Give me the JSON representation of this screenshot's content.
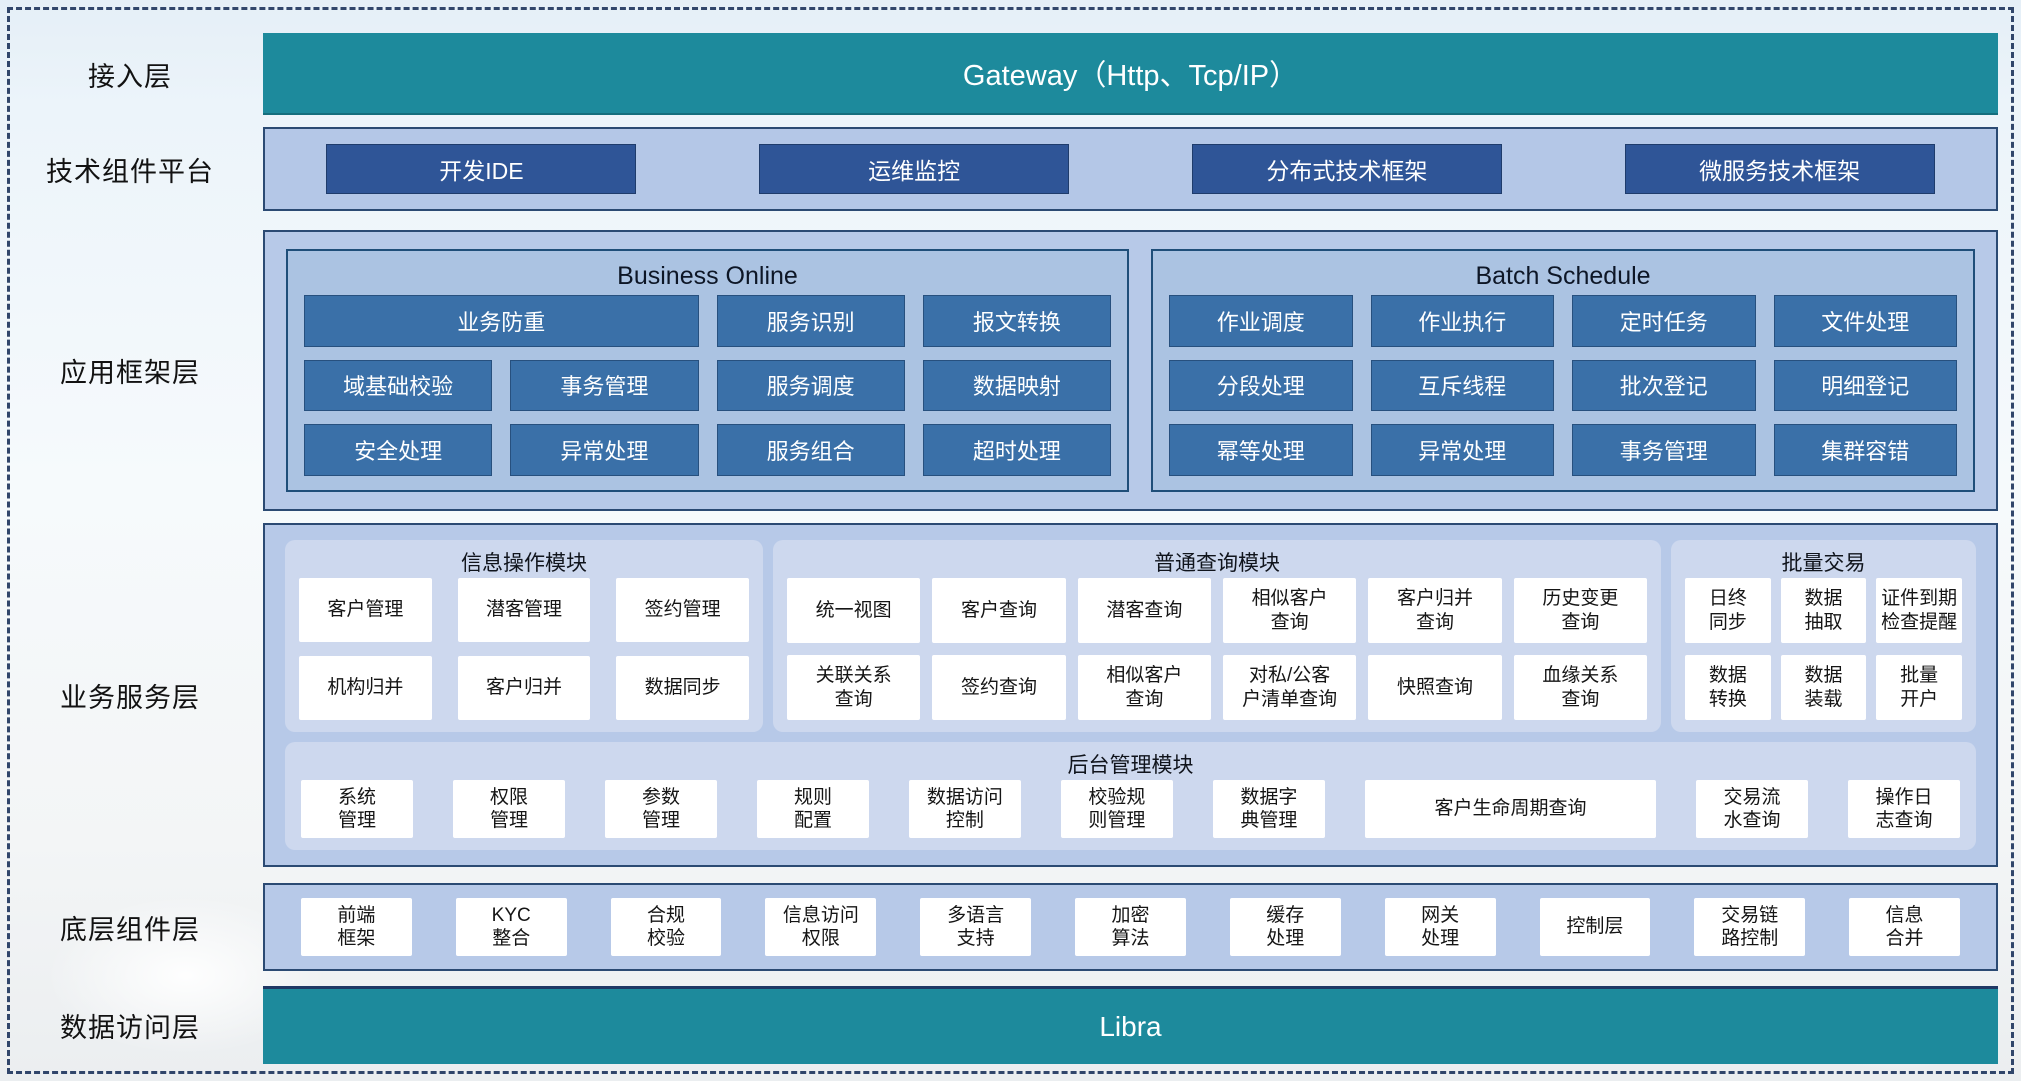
{
  "colors": {
    "teal": "#1d8a9c",
    "dark_blue": "#2f5597",
    "mid_blue": "#3a70a8",
    "container_blue": "#b4c7e7",
    "panel_blue": "#cdd8ee",
    "border_navy": "#2b4a73"
  },
  "access": {
    "label": "接入层",
    "gateway": "Gateway（Http、Tcp/IP）"
  },
  "tech": {
    "label": "技术组件平台",
    "items": [
      "开发IDE",
      "运维监控",
      "分布式技术框架",
      "微服务技术框架"
    ]
  },
  "app": {
    "label": "应用框架层",
    "business_online": {
      "title": "Business Online",
      "buttons": [
        {
          "label": "业务防重",
          "span": 2
        },
        {
          "label": "服务识别"
        },
        {
          "label": "报文转换"
        },
        {
          "label": "域基础校验"
        },
        {
          "label": "事务管理"
        },
        {
          "label": "服务调度"
        },
        {
          "label": "数据映射"
        },
        {
          "label": "安全处理"
        },
        {
          "label": "异常处理"
        },
        {
          "label": "服务组合"
        },
        {
          "label": "超时处理"
        }
      ]
    },
    "batch_schedule": {
      "title": "Batch Schedule",
      "buttons": [
        {
          "label": "作业调度"
        },
        {
          "label": "作业执行"
        },
        {
          "label": "定时任务"
        },
        {
          "label": "文件处理"
        },
        {
          "label": "分段处理"
        },
        {
          "label": "互斥线程"
        },
        {
          "label": "批次登记"
        },
        {
          "label": "明细登记"
        },
        {
          "label": "幂等处理"
        },
        {
          "label": "异常处理"
        },
        {
          "label": "事务管理"
        },
        {
          "label": "集群容错"
        }
      ]
    }
  },
  "service": {
    "label": "业务服务层",
    "info_module": {
      "title": "信息操作模块",
      "buttons": [
        "客户管理",
        "潜客管理",
        "签约管理",
        "机构归并",
        "客户归并",
        "数据同步"
      ]
    },
    "query_module": {
      "title": "普通查询模块",
      "buttons": [
        "统一视图",
        "客户查询",
        "潜客查询",
        "相似客户\n查询",
        "客户归并\n查询",
        "历史变更\n查询",
        "关联关系\n查询",
        "签约查询",
        "相似客户\n查询",
        "对私/公客\n户清单查询",
        "快照查询",
        "血缘关系\n查询"
      ]
    },
    "batch_trade": {
      "title": "批量交易",
      "buttons": [
        "日终\n同步",
        "数据\n抽取",
        "证件到期\n检查提醒",
        "数据\n转换",
        "数据\n装载",
        "批量\n开户"
      ]
    },
    "admin_module": {
      "title": "后台管理模块",
      "buttons": [
        {
          "label": "系统\n管理"
        },
        {
          "label": "权限\n管理"
        },
        {
          "label": "参数\n管理"
        },
        {
          "label": "规则\n配置"
        },
        {
          "label": "数据访问\n控制"
        },
        {
          "label": "校验规\n则管理"
        },
        {
          "label": "数据字\n典管理"
        },
        {
          "label": "客户生命周期查询",
          "wide": true
        },
        {
          "label": "交易流\n水查询"
        },
        {
          "label": "操作日\n志查询"
        }
      ]
    }
  },
  "base": {
    "label": "底层组件层",
    "buttons": [
      "前端\n框架",
      "KYC\n整合",
      "合规\n校验",
      "信息访问\n权限",
      "多语言\n支持",
      "加密\n算法",
      "缓存\n处理",
      "网关\n处理",
      "控制层",
      "交易链\n路控制",
      "信息\n合并"
    ]
  },
  "data_access": {
    "label": "数据访问层",
    "bar": "Libra"
  }
}
